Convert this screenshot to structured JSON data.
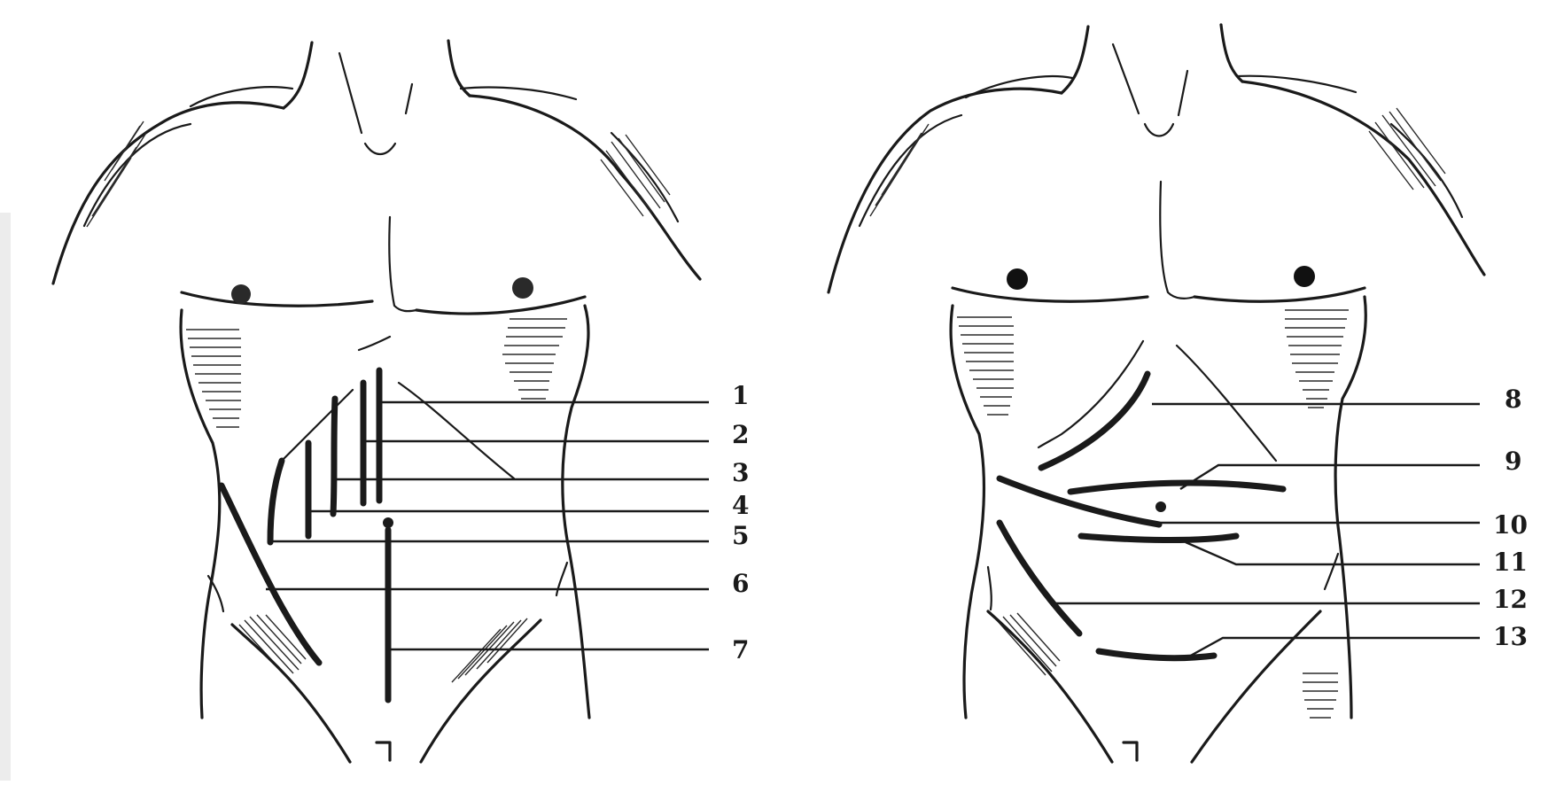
{
  "figure": {
    "left_torso": {
      "labels": [
        "1",
        "2",
        "3",
        "4",
        "5",
        "6",
        "7"
      ]
    },
    "right_torso": {
      "labels": [
        "8",
        "9",
        "10",
        "11",
        "12",
        "13"
      ]
    }
  },
  "colors": {
    "ink": "#1a1a1a",
    "paper": "#ffffff",
    "left_margin_shade": "#ececec"
  }
}
